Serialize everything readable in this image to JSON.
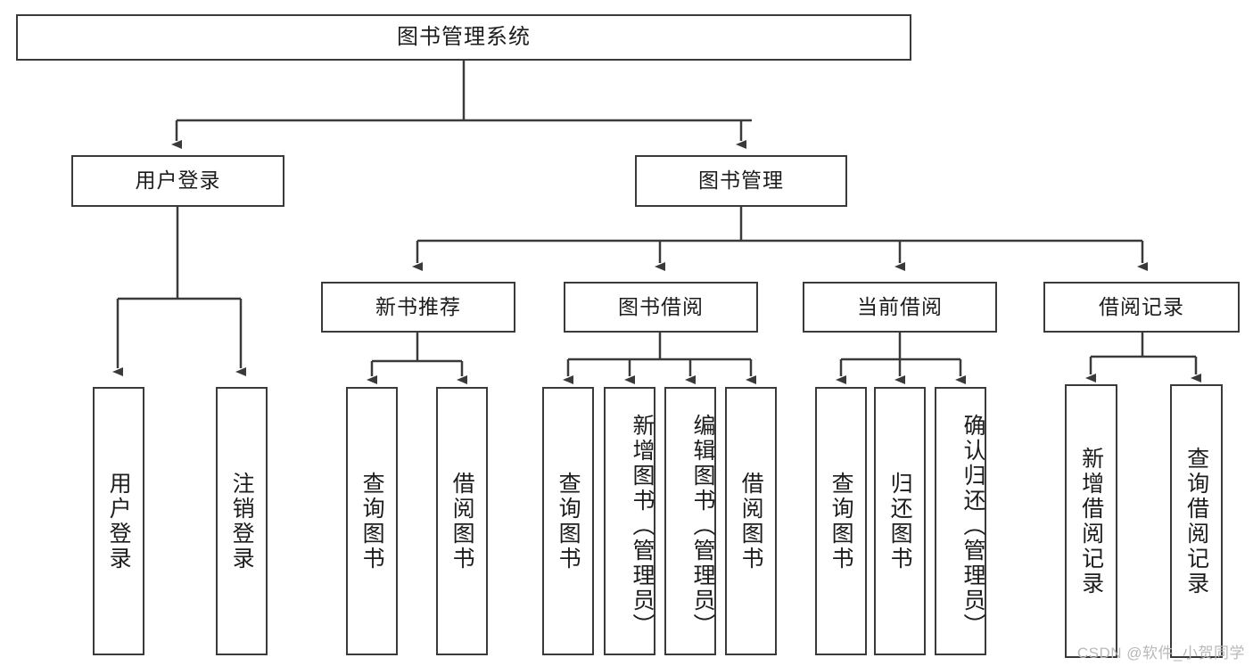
{
  "diagram": {
    "title": "图书管理系统",
    "type": "tree-hierarchy-chart",
    "watermark": "CSDN @软件_小贺同学",
    "stroke_color": "#3a3a3a",
    "text_color": "#1c1c1c",
    "background_color": "#ffffff"
  },
  "nodes": {
    "root": {
      "label": "图书管理系统"
    },
    "level2": [
      {
        "label": "用户登录"
      },
      {
        "label": "图书管理"
      }
    ],
    "level3": [
      {
        "label": "新书推荐"
      },
      {
        "label": "图书借阅"
      },
      {
        "label": "当前借阅"
      },
      {
        "label": "借阅记录"
      }
    ],
    "leaves": {
      "user_login": [
        {
          "label": "用户登录"
        },
        {
          "label": "注销登录"
        }
      ],
      "new_book_recommend": [
        {
          "label": "查询图书"
        },
        {
          "label": "借阅图书"
        }
      ],
      "book_borrow": [
        {
          "label": "查询图书"
        },
        {
          "label": "新增图书（管理员）"
        },
        {
          "label": "编辑图书（管理员）"
        },
        {
          "label": "借阅图书"
        }
      ],
      "current_borrow": [
        {
          "label": "查询图书"
        },
        {
          "label": "归还图书"
        },
        {
          "label": "确认归还（管理员）"
        }
      ],
      "borrow_record": [
        {
          "label": "新增借阅记录"
        },
        {
          "label": "查询借阅记录"
        }
      ]
    }
  }
}
